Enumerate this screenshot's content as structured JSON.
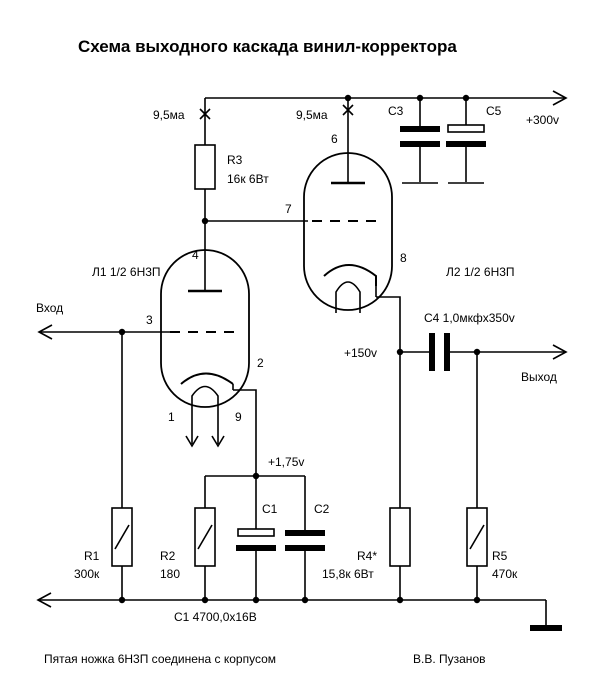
{
  "title": "Схема выходного каскада винил-корректора",
  "labels": {
    "r3_current": "9,5ма",
    "l2_current": "9,5ма",
    "c3": "C3",
    "c5": "C5",
    "plus300": "+300v",
    "r3_name": "R3",
    "r3_value": "16к 6Вт",
    "pin6": "6",
    "pin7": "7",
    "pin4": "4",
    "pin8": "8",
    "l1": "Л1 1/2 6Н3П",
    "l2": "Л2 1/2 6Н3П",
    "input": "Вход",
    "pin3": "3",
    "c4": "C4 1,0мкфх350v",
    "plus150": "+150v",
    "output": "Выход",
    "pin2": "2",
    "pin1": "1",
    "pin9": "9",
    "plus175": "+1,75v",
    "c1": "C1",
    "c2": "C2",
    "r1_name": "R1",
    "r1_value": "300к",
    "r2_name": "R2",
    "r2_value": "180",
    "r4_name": "R4*",
    "r4_value": "15,8к 6Вт",
    "r5_name": "R5",
    "r5_value": "470к",
    "c1_spec": "C1 4700,0х16В",
    "note": "Пятая ножка 6Н3П соединена с корпусом",
    "author": "В.В. Пузанов"
  }
}
